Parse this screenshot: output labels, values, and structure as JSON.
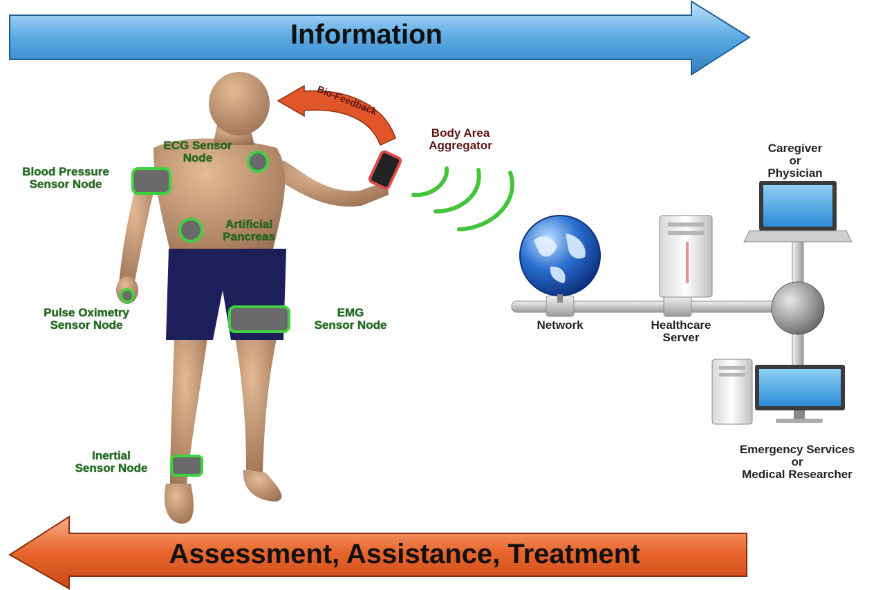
{
  "banners": {
    "top": {
      "label": "Information",
      "color": "#5aa9e3"
    },
    "bottom": {
      "label": "Assessment, Assistance, Treatment",
      "color": "#e8642c"
    }
  },
  "feedback": {
    "label": "Bio-Feedback",
    "color": "#e0552a"
  },
  "sensors": {
    "ecg": [
      "ECG Sensor",
      "Node"
    ],
    "blood_pressure": [
      "Blood Pressure",
      "Sensor Node"
    ],
    "pancreas": [
      "Artificial",
      "Pancreas"
    ],
    "pulse_ox": [
      "Pulse Oximetry",
      "Sensor Node"
    ],
    "emg": [
      "EMG",
      "Sensor Node"
    ],
    "inertial": [
      "Inertial",
      "Sensor Node"
    ],
    "color": "#3fd13f"
  },
  "aggregator": [
    "Body Area",
    "Aggregator"
  ],
  "network": {
    "network": "Network",
    "server": [
      "Healthcare",
      "Server"
    ]
  },
  "caregiver": [
    "Caregiver",
    "or",
    "Physician"
  ],
  "emergency": [
    "Emergency Services",
    "or",
    "Medical Researcher"
  ],
  "colors": {
    "skin": "#c79a73",
    "shorts": "#1c1f5a",
    "wave": "#43c43a",
    "globe": "#2a6fd0",
    "pipe": "#c8c8c8"
  }
}
